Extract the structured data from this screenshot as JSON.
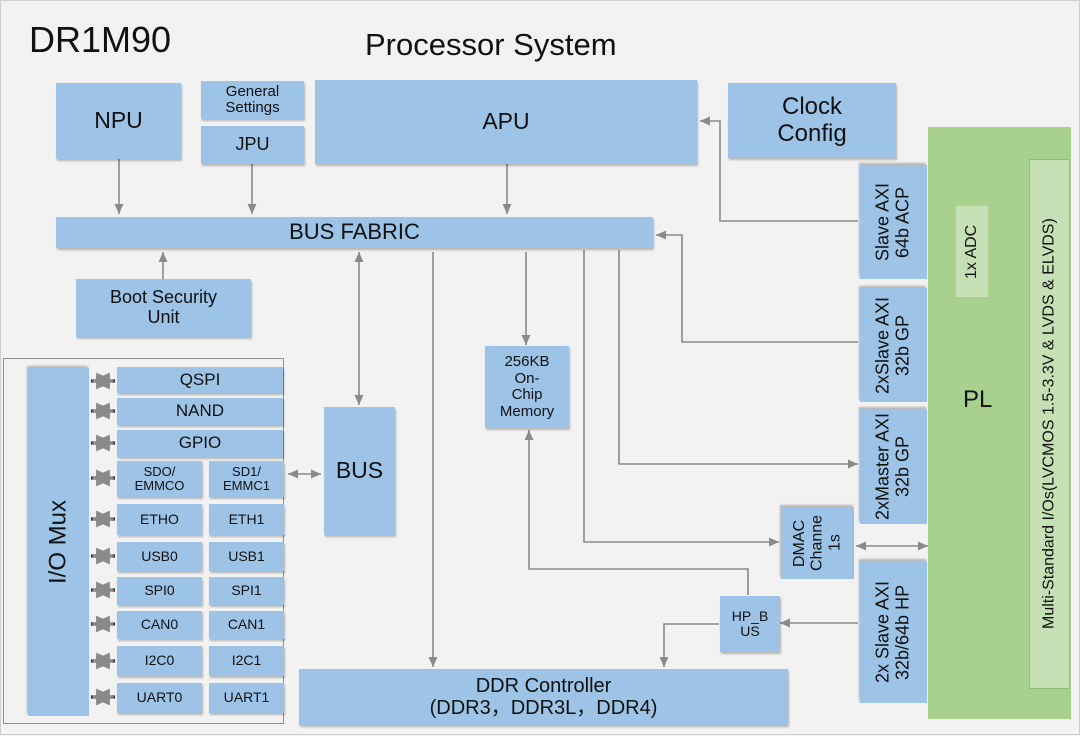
{
  "titles": {
    "chip": "DR1M90",
    "system": "Processor System"
  },
  "blocks": {
    "npu": "NPU",
    "general_settings": "General\nSettings",
    "jpu": "JPU",
    "apu": "APU",
    "clock_config": "Clock\nConfig",
    "bus_fabric": "BUS FABRIC",
    "boot_security": "Boot Security\nUnit",
    "onchip_memory": "256KB\nOn-\nChip\nMemory",
    "bus": "BUS",
    "io_mux": "I/O Mux",
    "ddr_controller": "DDR Controller\n(DDR3，DDR3L，DDR4)",
    "hp_bus": "HP_B\nUS",
    "dmac": "DMAC\nChanne\n1s"
  },
  "io_blocks": {
    "qspi": "QSPI",
    "nand": "NAND",
    "gpio": "GPIO",
    "sd0": "SDO/\nEMMCO",
    "sd1": "SD1/\nEMMC1",
    "eth0": "ETHO",
    "eth1": "ETH1",
    "usb0": "USB0",
    "usb1": "USB1",
    "spi0": "SPI0",
    "spi1": "SPI1",
    "can0": "CAN0",
    "can1": "CAN1",
    "i2c0": "I2C0",
    "i2c1": "I2C1",
    "uart0": "UART0",
    "uart1": "UART1"
  },
  "pl": {
    "label": "PL",
    "slave_acp": "Slave AXI\n64b ACP",
    "slave_gp": "2xSlave AXI\n32b GP",
    "master_gp": "2xMaster AXI\n32b GP",
    "slave_hp": "2x Slave AXI\n32b/64b HP",
    "adc": "1x ADC",
    "multi_io": "Multi-Standard I/Os(LVCMOS 1.5-3.3V & LVDS & ELVDS)"
  }
}
